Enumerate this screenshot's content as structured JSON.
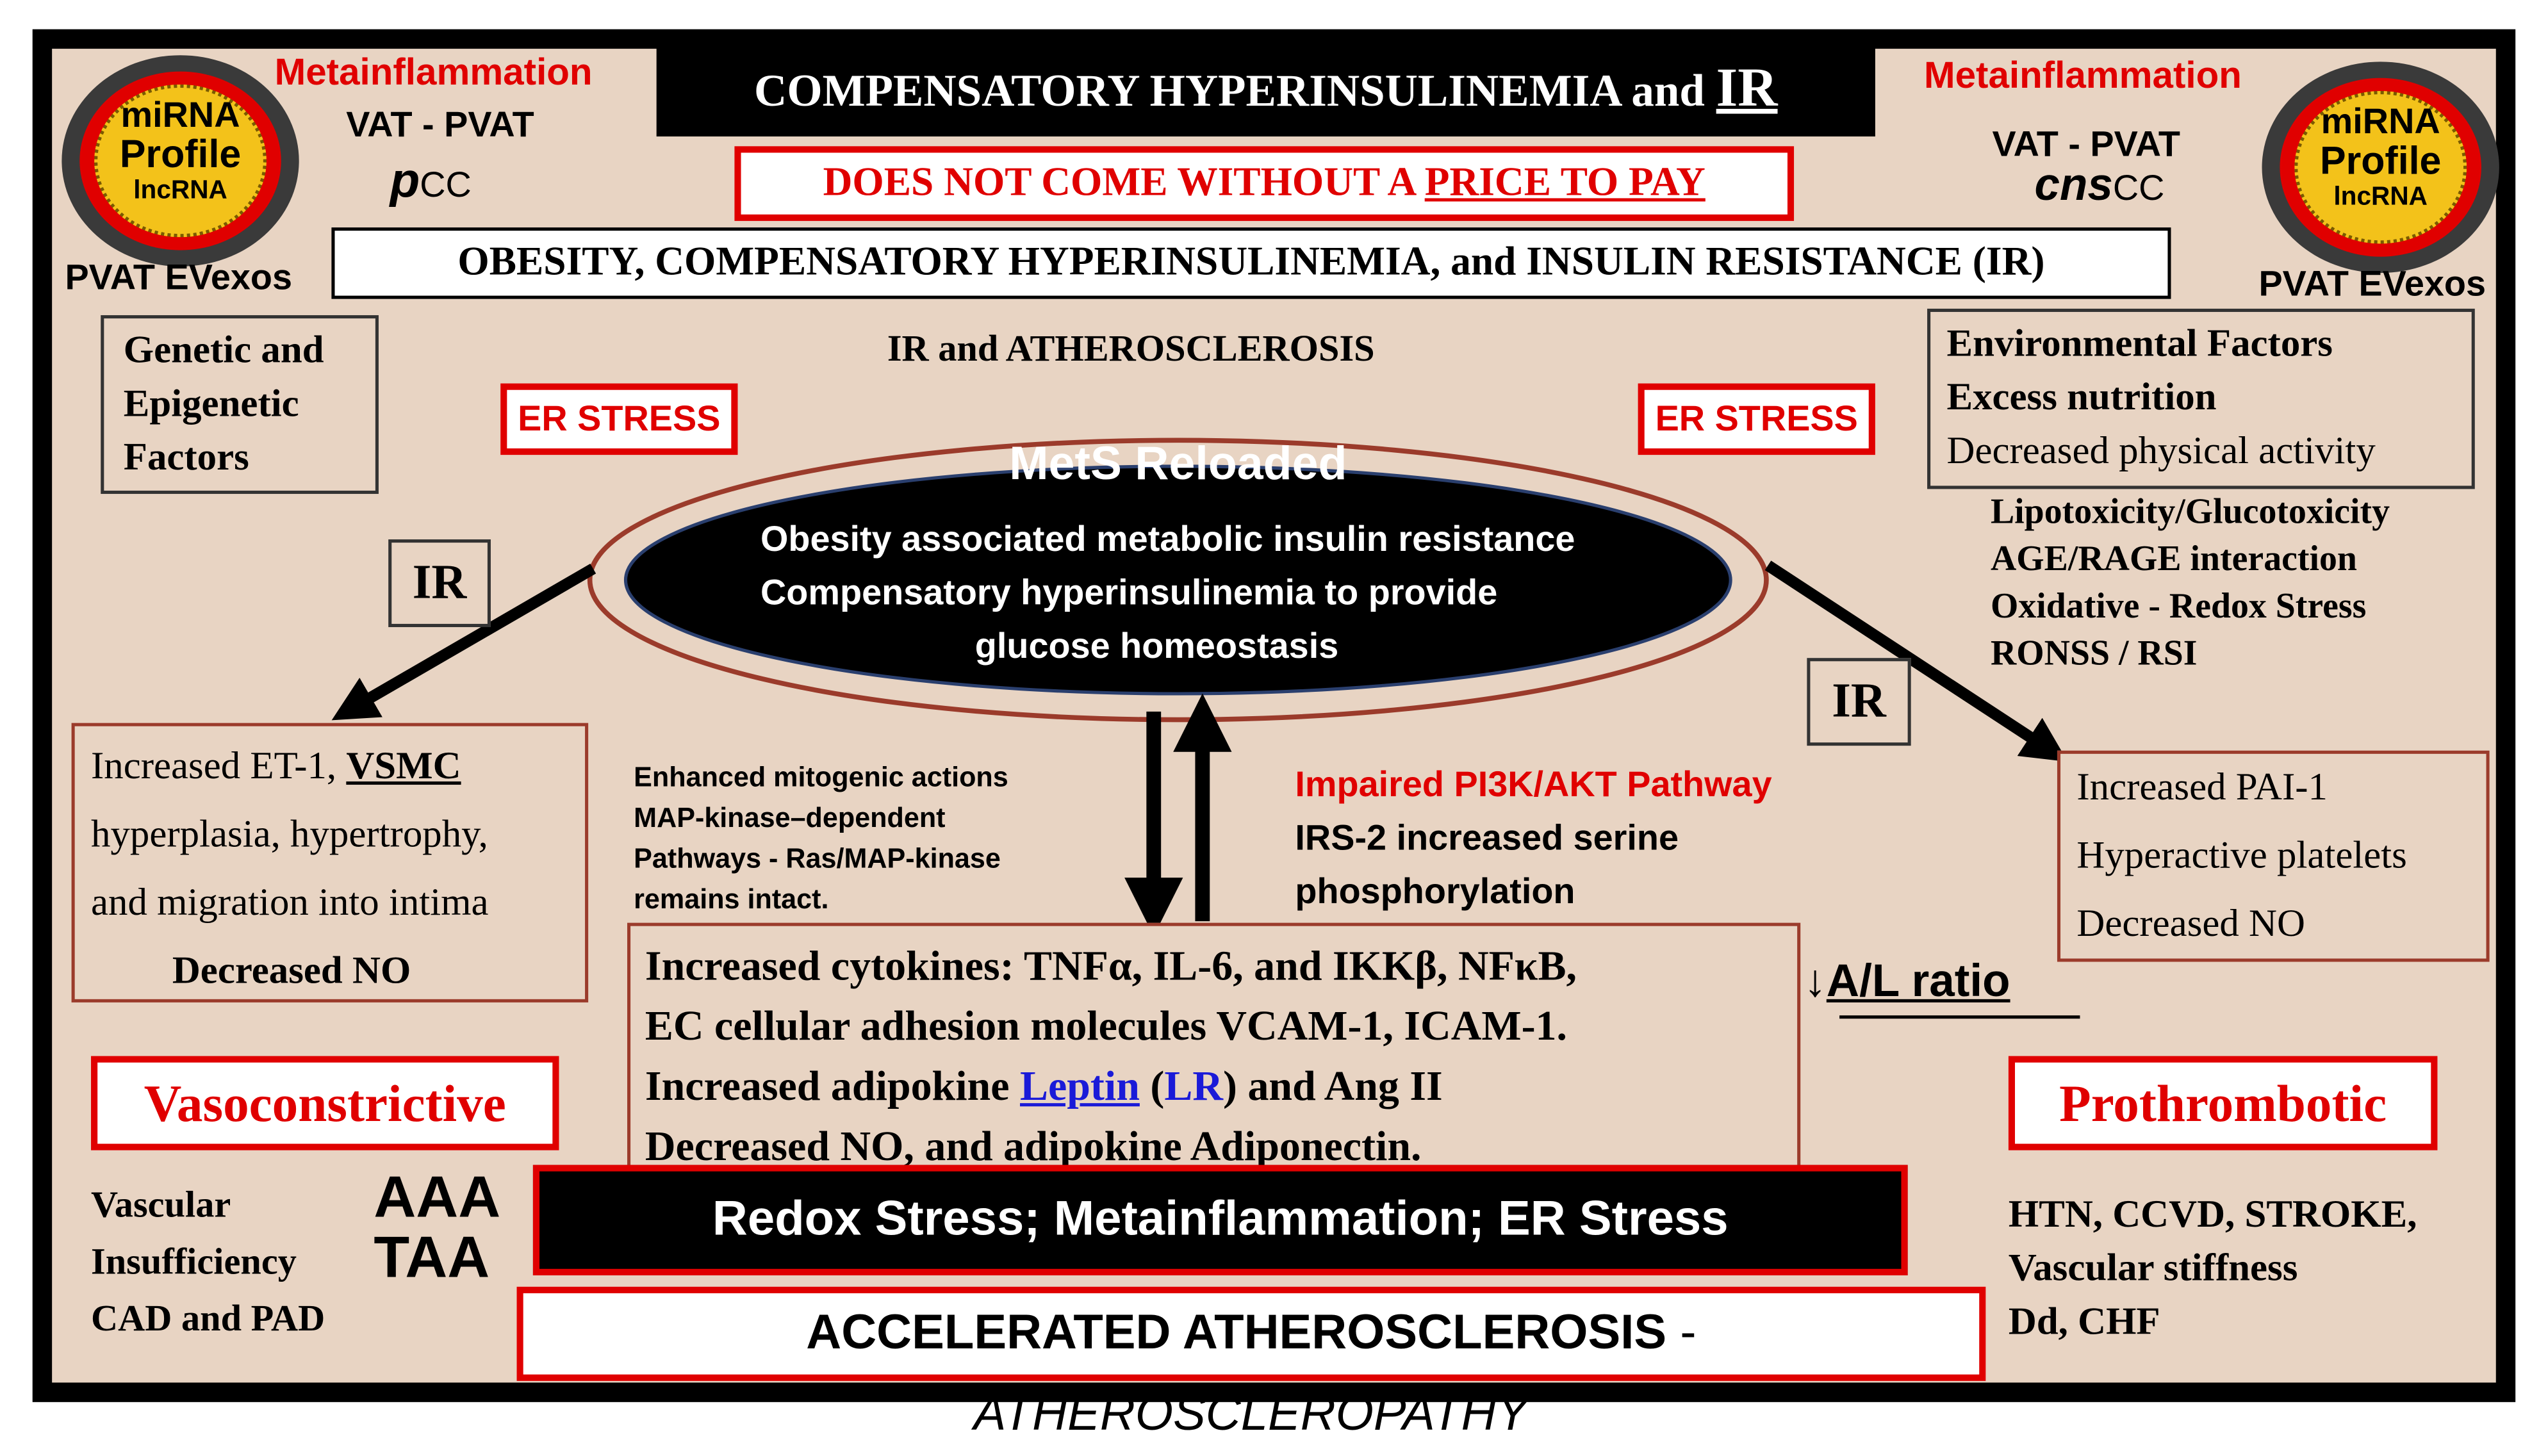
{
  "title": {
    "main": "COMPENSATORY HYPERINSULINEMIA and ",
    "ir": "IR",
    "price_prefix": "DOES NOT COME WITHOUT A ",
    "price_link": "PRICE TO PAY",
    "subtitle": "OBESITY, COMPENSATORY HYPERINSULINEMIA, and INSULIN RESISTANCE (IR)",
    "section": "IR and ATHEROSCLEROSIS"
  },
  "left_badge": {
    "mirna": "miRNA",
    "profile": "Profile",
    "lncrna": "lncRNA",
    "metainflammation": "Metainflammation",
    "vat": "VAT - PVAT",
    "cc_prefix": "p",
    "cc_suffix": "CC",
    "evexos": "PVAT EVexos"
  },
  "right_badge": {
    "mirna": "miRNA",
    "profile": "Profile",
    "lncrna": "lncRNA",
    "metainflammation": "Metainflammation",
    "vat": "VAT - PVAT",
    "cc_prefix": "cns",
    "cc_suffix": "CC",
    "evexos": "PVAT EVexos"
  },
  "genetic_box": [
    "Genetic and",
    "Epigenetic",
    "Factors"
  ],
  "environmental_box": [
    "Environmental Factors",
    "Excess nutrition",
    "Decreased physical activity"
  ],
  "stress_list": [
    "Lipotoxicity/Glucotoxicity",
    "AGE/RAGE interaction",
    "Oxidative - Redox Stress",
    "RONSS / RSI"
  ],
  "er_stress_left": "ER STRESS",
  "er_stress_right": "ER STRESS",
  "mets": {
    "title": "MetS Reloaded",
    "line1": "Obesity associated metabolic insulin resistance",
    "line2": "Compensatory hyperinsulinemia to provide",
    "line3": "glucose homeostasis"
  },
  "ir_left": "IR",
  "ir_right": "IR",
  "left_effect": {
    "line1_prefix": "Increased ET-1, ",
    "line1_vsmc": "VSMC",
    "line2": "hyperplasia, hypertrophy,",
    "line3": "and migration into intima",
    "line4": "Decreased NO"
  },
  "right_effect": [
    "Increased PAI-1",
    "Hyperactive platelets",
    "Decreased NO"
  ],
  "mitogenic": [
    "Enhanced mitogenic actions",
    "MAP-kinase–dependent",
    "Pathways - Ras/MAP-kinase",
    "remains intact."
  ],
  "pi3k": {
    "title": "Impaired PI3K/AKT Pathway",
    "line1": "IRS-2 increased serine",
    "line2": "phosphorylation"
  },
  "cytokines": {
    "line1": "Increased cytokines: TNFα, IL-6, and IKKβ, NFκB,",
    "line2": "EC cellular adhesion molecules VCAM-1, ICAM-1.",
    "line3_prefix": "Increased adipokine ",
    "leptin": "Leptin",
    "lr_open": " (",
    "lr": "LR",
    "line3_suffix": ") and Ang II",
    "line4": "Decreased NO, and adipokine Adiponectin."
  },
  "al_ratio": {
    "arrow": "↓",
    "text": "A/L ratio"
  },
  "vasoconstrictive": "Vasoconstrictive",
  "prothrombotic": "Prothrombotic",
  "vascular_list": [
    "Vascular",
    "Insufficiency",
    "CAD and PAD"
  ],
  "aneurysm": [
    "AAA",
    "TAA"
  ],
  "redox_bar": "Redox Stress; Metainflammation; ER Stress",
  "accelerated": {
    "main": "ACCELERATED ATHEROSCLEROSIS",
    "dash": " - ",
    "italic": "ATHEROSCLEROPATHY"
  },
  "outcomes": [
    "HTN, CCVD, STROKE,",
    "Vascular stiffness",
    "Dd, CHF"
  ],
  "colors": {
    "background": "#e8d4c3",
    "accent_red": "#e00000",
    "border_brown": "#9b3b2b",
    "link_blue": "#1a1ad8"
  }
}
